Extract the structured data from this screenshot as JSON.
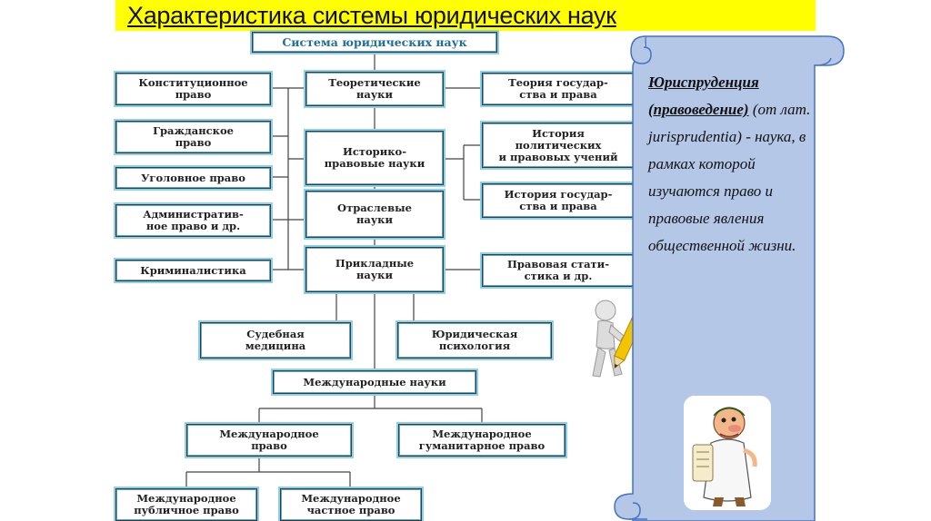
{
  "slide": {
    "title": "Характеристика системы юридических наук"
  },
  "diagram": {
    "root": "Система юридических наук",
    "left_column": [
      "Конституционное\nправо",
      "Гражданское\nправо",
      "Уголовное право",
      "Административ-\nное право и др.",
      "Криминалистика"
    ],
    "center_column": [
      "Теоретические\nнауки",
      "Историко-\nправовые науки",
      "Отраслевые\nнауки",
      "Прикладные\nнауки"
    ],
    "right_column": [
      "Теория государ-\nства и права",
      "История\nполитических\nи правовых учений",
      "История государ-\nства и права",
      "Правовая стати-\nстика и др."
    ],
    "applied_children": [
      "Судебная\nмедицина",
      "Юридическая\nпсихология"
    ],
    "international": "Международные науки",
    "international_children": [
      "Международное\nправо",
      "Международное\nгуманитарное право"
    ],
    "international_law_children": [
      "Международное\nпубличное право",
      "Международное\nчастное право"
    ]
  },
  "definition": {
    "term": "Юриспруденция (правоведение)",
    "text": " (от лат. jurisprudentia) - наука, в рамках которой изучаются право и правовые явления общественной жизни."
  },
  "colors": {
    "title_bg": "#ffff00",
    "scroll_fill": "#b4c7e7",
    "scroll_stroke": "#4472c4",
    "box_glow": "#8fd0e6"
  },
  "icons": [
    "stick-figure-pencil-icon",
    "scholar-with-scroll-icon"
  ]
}
